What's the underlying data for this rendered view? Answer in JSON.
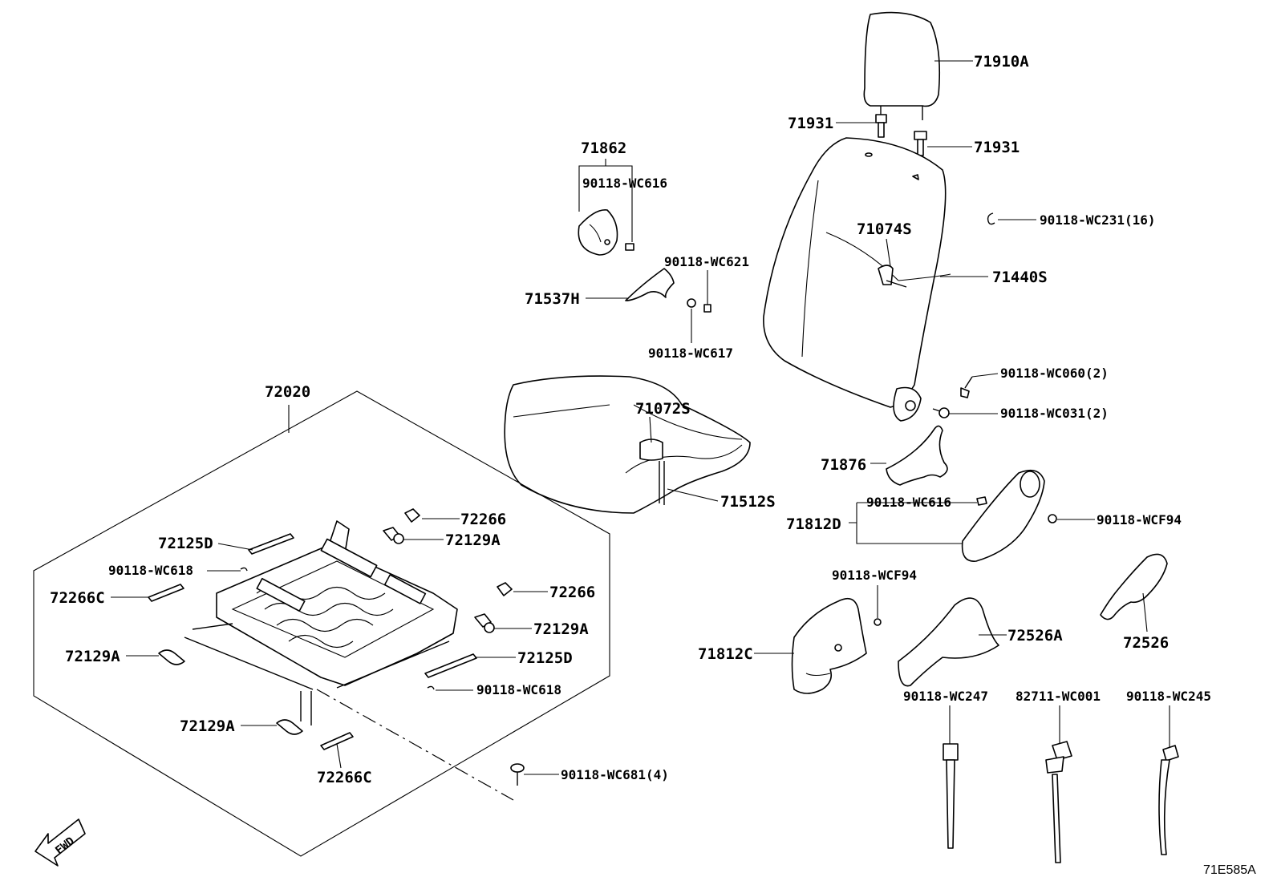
{
  "diagram_id": "71E585A",
  "fwd_label": "FWD",
  "labels": {
    "p71910A": "71910A",
    "p71931_left": "71931",
    "p71931_right": "71931",
    "p71862": "71862",
    "p90118_WC616_top": "90118-WC616",
    "p71074S": "71074S",
    "p90118_WC231": "90118-WC231(16)",
    "p90118_WC621": "90118-WC621",
    "p71440S": "71440S",
    "p71537H": "71537H",
    "p90118_WC617": "90118-WC617",
    "p90118_WC060": "90118-WC060(2)",
    "p72020": "72020",
    "p71072S": "71072S",
    "p90118_WC031": "90118-WC031(2)",
    "p71876": "71876",
    "p72266_a": "72266",
    "p71512S": "71512S",
    "p90118_WC616_mid": "90118-WC616",
    "p72125D_top": "72125D",
    "p72129A_top": "72129A",
    "p71812D": "71812D",
    "p90118_WCF94_right": "90118-WCF94",
    "p90118_WC618_top": "90118-WC618",
    "p90118_WCF94_mid": "90118-WCF94",
    "p72266C_left": "72266C",
    "p72266_b": "72266",
    "p72129A_mid": "72129A",
    "p72526A": "72526A",
    "p72526": "72526",
    "p72129A_left": "72129A",
    "p72125D_mid": "72125D",
    "p71812C": "71812C",
    "p90118_WC618_bot": "90118-WC618",
    "p90118_WC247": "90118-WC247",
    "p82711_WC001": "82711-WC001",
    "p90118_WC245": "90118-WC245",
    "p72129A_bot": "72129A",
    "p72266C_bot": "72266C",
    "p90118_WC681": "90118-WC681(4)"
  }
}
